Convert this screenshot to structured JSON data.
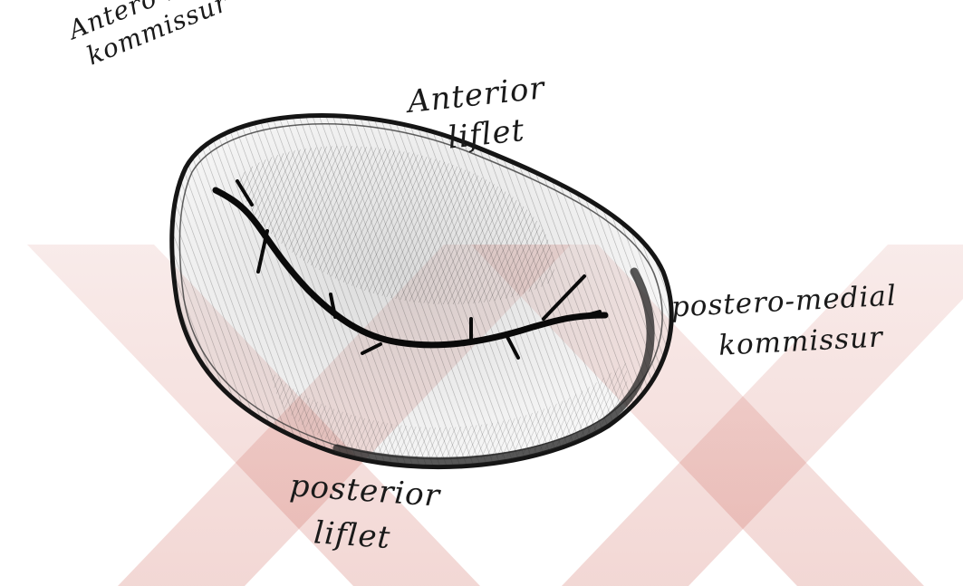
{
  "labels": {
    "anterolateral_commissure": [
      "Antero-lateral",
      "kommissur"
    ],
    "anterior_leaflet": [
      "Anterior",
      "liflet"
    ],
    "posteromedial_commissure": [
      "postero-medial",
      "kommissur"
    ],
    "posterior_leaflet": [
      "posterior",
      "liflet"
    ]
  },
  "colors": {
    "ink": "#1a1a1a",
    "watermark": "#c0392b"
  }
}
